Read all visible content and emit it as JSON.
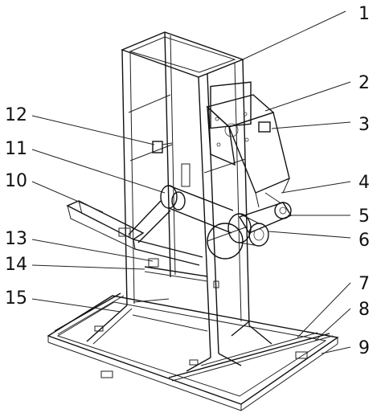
{
  "figure": {
    "callouts": [
      {
        "number": "1"
      },
      {
        "number": "2"
      },
      {
        "number": "3"
      },
      {
        "number": "4"
      },
      {
        "number": "5"
      },
      {
        "number": "6"
      },
      {
        "number": "7"
      },
      {
        "number": "8"
      },
      {
        "number": "9"
      },
      {
        "number": "10"
      },
      {
        "number": "11"
      },
      {
        "number": "12"
      },
      {
        "number": "13"
      },
      {
        "number": "14"
      },
      {
        "number": "15"
      }
    ]
  }
}
